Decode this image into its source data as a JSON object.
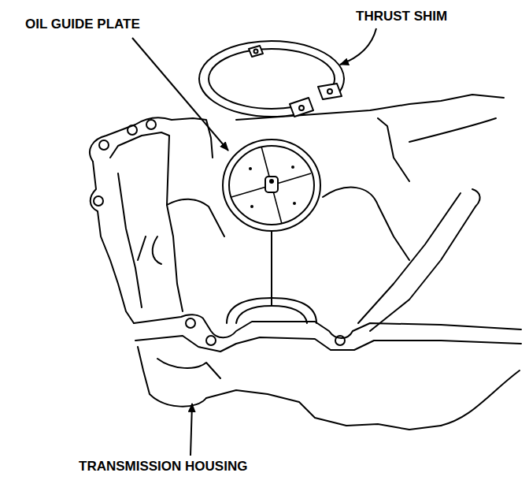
{
  "diagram": {
    "labels": [
      "OIL GUIDE PLATE",
      "THRUST SHIM",
      "TRANSMISSION HOUSING"
    ]
  }
}
